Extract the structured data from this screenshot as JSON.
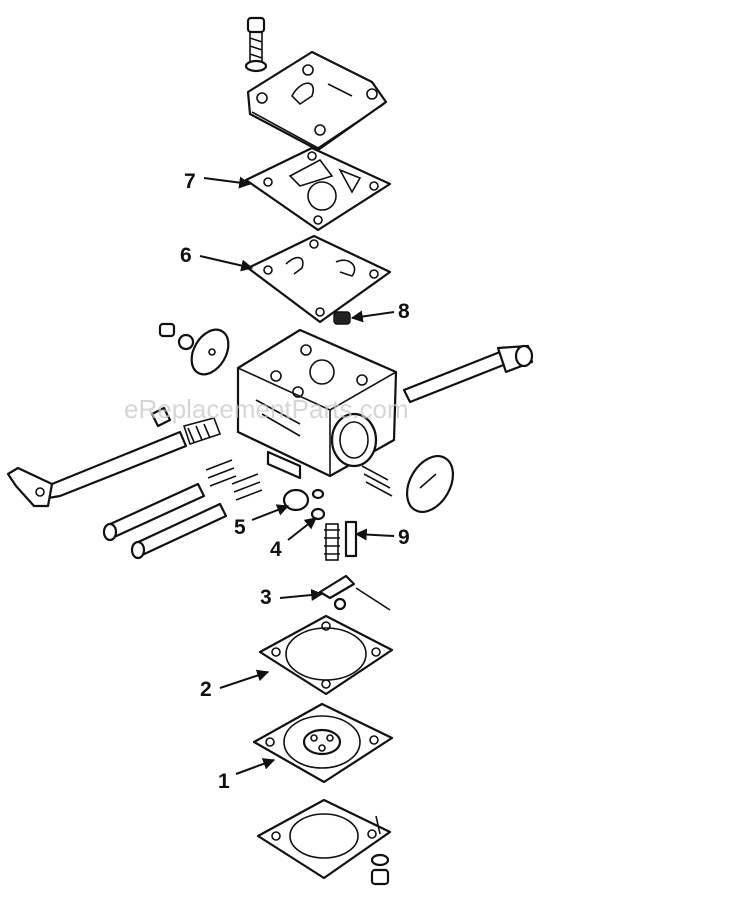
{
  "watermark": "eReplacementParts.com",
  "callouts": [
    {
      "label": "7"
    },
    {
      "label": "6"
    },
    {
      "label": "8"
    },
    {
      "label": "5"
    },
    {
      "label": "4"
    },
    {
      "label": "9"
    },
    {
      "label": "3"
    },
    {
      "label": "2"
    },
    {
      "label": "1"
    }
  ]
}
